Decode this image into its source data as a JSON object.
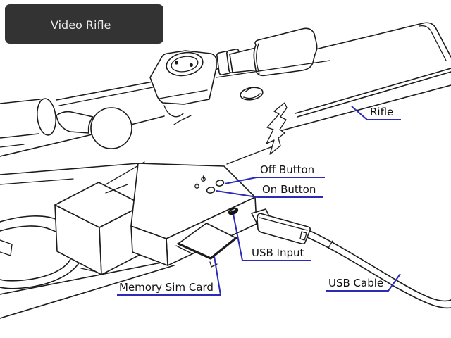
{
  "title": {
    "text": "Video Rifle"
  },
  "labels": {
    "rifle": "Rifle",
    "off_button": "Off Button",
    "on_button": "On Button",
    "usb_input": "USB Input",
    "memory_sim_card": "Memory Sim Card",
    "usb_cable": "USB Cable"
  },
  "icons": {
    "power_off_icon": "⏻",
    "power_on_icon": "⏻"
  },
  "colors": {
    "background": "#ffffff",
    "line_ink": "#1b1b1b",
    "leader_blue": "#2b2bb8",
    "label_text": "#111111",
    "title_background": "#333333",
    "title_text": "#ececec",
    "usb_port_fill": "#141414"
  }
}
